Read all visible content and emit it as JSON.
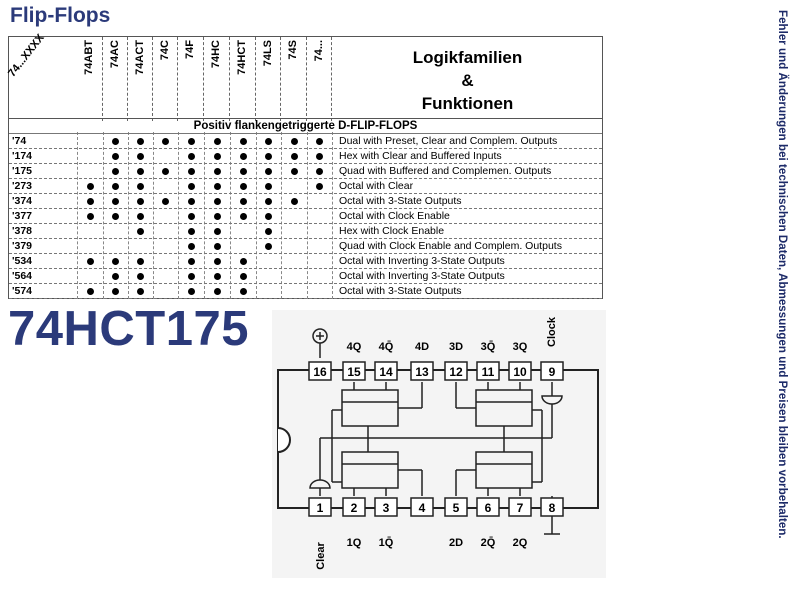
{
  "page": {
    "title": "Flip-Flops",
    "side_note": "Fehler und Änderungen bei technischen Daten, Abmessungen und Preisen bleiben vorbehalten.",
    "part_number": "74HCT175"
  },
  "table": {
    "corner_label": "74...XXXX",
    "families": [
      "74ABT",
      "74AC",
      "74ACT",
      "74C",
      "74F",
      "74HC",
      "74HCT",
      "74LS",
      "74S",
      "74..."
    ],
    "header_right": [
      "Logikfamilien",
      "&",
      "Funktionen"
    ],
    "section": "Positiv flankengetriggerte D-FLIP-FLOPS",
    "rows": [
      {
        "code": "'74",
        "desc": "Dual with Preset, Clear and Complem. Outputs",
        "marks": [
          0,
          1,
          1,
          1,
          1,
          1,
          1,
          1,
          1,
          1
        ]
      },
      {
        "code": "'174",
        "desc": "Hex with Clear and Buffered Inputs",
        "marks": [
          0,
          1,
          1,
          0,
          1,
          1,
          1,
          1,
          1,
          1
        ]
      },
      {
        "code": "'175",
        "desc": "Quad with Buffered and Complemen. Outputs",
        "marks": [
          0,
          1,
          1,
          1,
          1,
          1,
          1,
          1,
          1,
          1
        ]
      },
      {
        "code": "'273",
        "desc": "Octal with Clear",
        "marks": [
          1,
          1,
          1,
          0,
          1,
          1,
          1,
          1,
          0,
          1
        ]
      },
      {
        "code": "'374",
        "desc": "Octal with 3-State Outputs",
        "marks": [
          1,
          1,
          1,
          1,
          1,
          1,
          1,
          1,
          1,
          0
        ]
      },
      {
        "code": "'377",
        "desc": "Octal with Clock Enable",
        "marks": [
          1,
          1,
          1,
          0,
          1,
          1,
          1,
          1,
          0,
          0
        ]
      },
      {
        "code": "'378",
        "desc": "Hex with Clock Enable",
        "marks": [
          0,
          0,
          1,
          0,
          1,
          1,
          0,
          1,
          0,
          0
        ]
      },
      {
        "code": "'379",
        "desc": "Quad with Clock Enable and Complem. Outputs",
        "marks": [
          0,
          0,
          0,
          0,
          1,
          1,
          0,
          1,
          0,
          0
        ]
      },
      {
        "code": "'534",
        "desc": "Octal with Inverting 3-State Outputs",
        "marks": [
          1,
          1,
          1,
          0,
          1,
          1,
          1,
          0,
          0,
          0
        ]
      },
      {
        "code": "'564",
        "desc": "Octal with Inverting 3-State Outputs",
        "marks": [
          0,
          1,
          1,
          0,
          1,
          1,
          1,
          0,
          0,
          0
        ]
      },
      {
        "code": "'574",
        "desc": "Octal with 3-State Outputs",
        "marks": [
          1,
          1,
          1,
          0,
          1,
          1,
          1,
          0,
          0,
          0
        ]
      }
    ]
  },
  "pinout": {
    "top_pins": [
      "16",
      "15",
      "14",
      "13",
      "12",
      "11",
      "10",
      "9"
    ],
    "bottom_pins": [
      "1",
      "2",
      "3",
      "4",
      "5",
      "6",
      "7",
      "8"
    ],
    "top_labels": [
      "4Q",
      "4Q̄",
      "4D",
      "3D",
      "3Q̄",
      "3Q",
      "Clock"
    ],
    "bottom_labels": [
      "Clear",
      "1Q",
      "1Q̄",
      "2D",
      "2Q̄",
      "2Q"
    ]
  }
}
